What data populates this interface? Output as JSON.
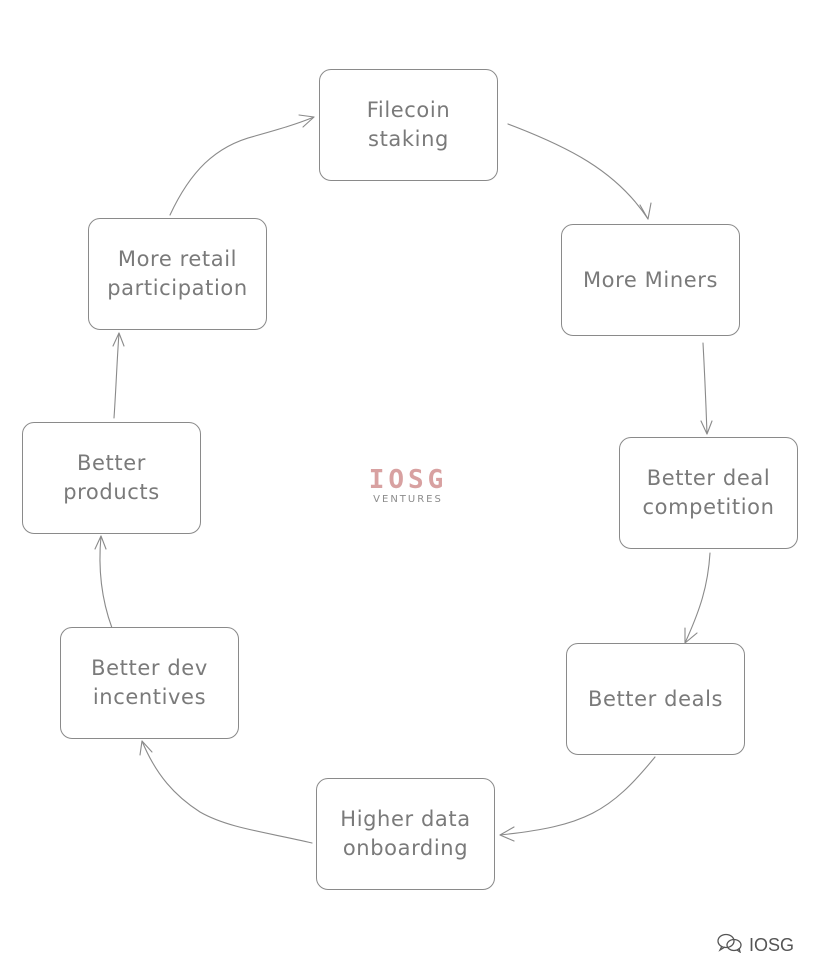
{
  "diagram": {
    "nodes": [
      {
        "id": "filecoin-staking",
        "label": "Filecoin\nstaking"
      },
      {
        "id": "more-miners",
        "label": "More Miners"
      },
      {
        "id": "better-deal-competition",
        "label": "Better deal\ncompetition"
      },
      {
        "id": "better-deals",
        "label": "Better deals"
      },
      {
        "id": "higher-data-onboarding",
        "label": "Higher data\nonboarding"
      },
      {
        "id": "better-dev-incentives",
        "label": "Better dev\nincentives"
      },
      {
        "id": "better-products",
        "label": "Better\nproducts"
      },
      {
        "id": "more-retail-participation",
        "label": "More retail\nparticipation"
      }
    ],
    "edges": [
      {
        "from": "filecoin-staking",
        "to": "more-miners"
      },
      {
        "from": "more-miners",
        "to": "better-deal-competition"
      },
      {
        "from": "better-deal-competition",
        "to": "better-deals"
      },
      {
        "from": "better-deals",
        "to": "higher-data-onboarding"
      },
      {
        "from": "higher-data-onboarding",
        "to": "better-dev-incentives"
      },
      {
        "from": "better-dev-incentives",
        "to": "better-products"
      },
      {
        "from": "better-products",
        "to": "more-retail-participation"
      },
      {
        "from": "more-retail-participation",
        "to": "filecoin-staking"
      }
    ]
  },
  "logo": {
    "main": "IOSG",
    "sub": "VENTURES"
  },
  "watermark": {
    "icon": "wechat-icon",
    "text": "IOSG"
  },
  "colors": {
    "stroke": "#8a8a8a",
    "text": "#7a7a7a",
    "logo_accent": "#d8a1a1"
  }
}
